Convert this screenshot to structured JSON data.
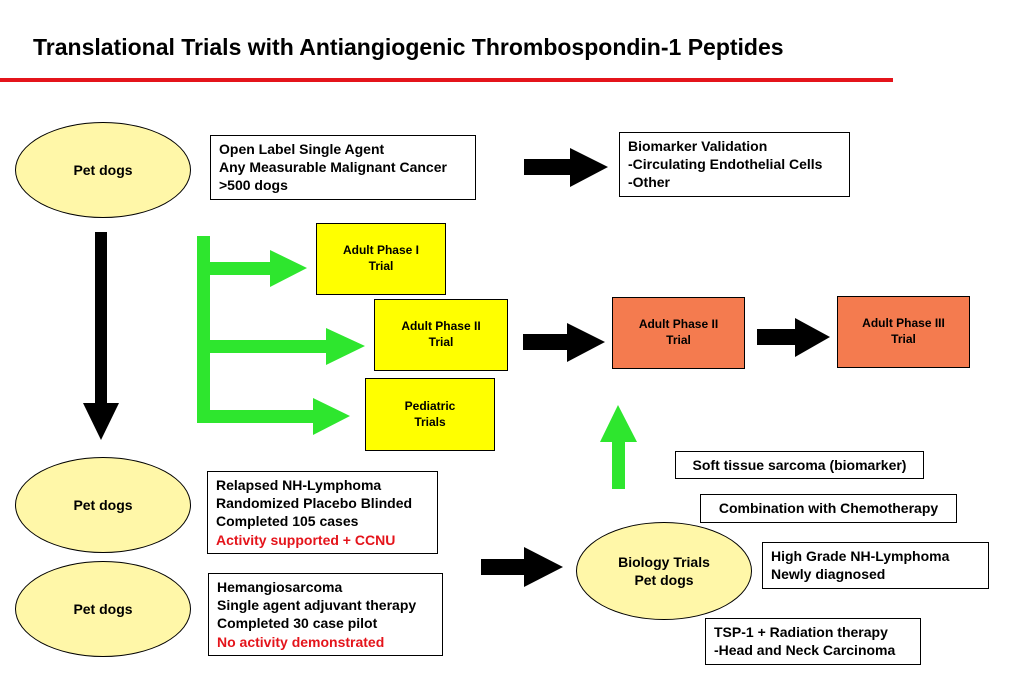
{
  "title": "Translational Trials with Antiangiogenic Thrombospondin-1 Peptides",
  "colors": {
    "accent_red": "#e4141b",
    "oval_fill": "#fff7a8",
    "trial_yellow": "#ffff00",
    "trial_orange": "#f47b4f",
    "arrow_green": "#2ee62e",
    "arrow_black": "#000000"
  },
  "ovals": {
    "pet_dogs_top": "Pet dogs",
    "pet_dogs_mid": "Pet dogs",
    "pet_dogs_bottom": "Pet dogs",
    "biology_trials": {
      "line1": "Biology Trials",
      "line2": "Pet dogs"
    }
  },
  "boxes": {
    "open_label": [
      "Open Label Single Agent",
      "Any Measurable Malignant Cancer",
      ">500 dogs"
    ],
    "biomarker": [
      "Biomarker Validation",
      "-Circulating Endothelial Cells",
      "-Other"
    ],
    "lymphoma": {
      "lines": [
        "Relapsed NH-Lymphoma",
        "Randomized Placebo Blinded",
        "Completed 105 cases"
      ],
      "highlight": "Activity supported + CCNU"
    },
    "hemangio": {
      "lines": [
        "Hemangiosarcoma",
        "Single agent adjuvant therapy",
        "Completed 30 case pilot"
      ],
      "highlight": "No activity demonstrated"
    },
    "soft_tissue": "Soft tissue sarcoma (biomarker)",
    "combination": "Combination with Chemotherapy",
    "high_grade": [
      "High Grade NH-Lymphoma",
      "Newly diagnosed"
    ],
    "tsp1": [
      "TSP-1 + Radiation therapy",
      "-Head and Neck Carcinoma"
    ]
  },
  "trials": {
    "adult_phase1": [
      "Adult Phase I",
      "Trial"
    ],
    "adult_phase2_yellow": [
      "Adult Phase II",
      "Trial"
    ],
    "pediatric": [
      "Pediatric",
      "Trials"
    ],
    "adult_phase2_orange": [
      "Adult Phase II",
      "Trial"
    ],
    "adult_phase3": [
      "Adult Phase III",
      "Trial"
    ]
  }
}
